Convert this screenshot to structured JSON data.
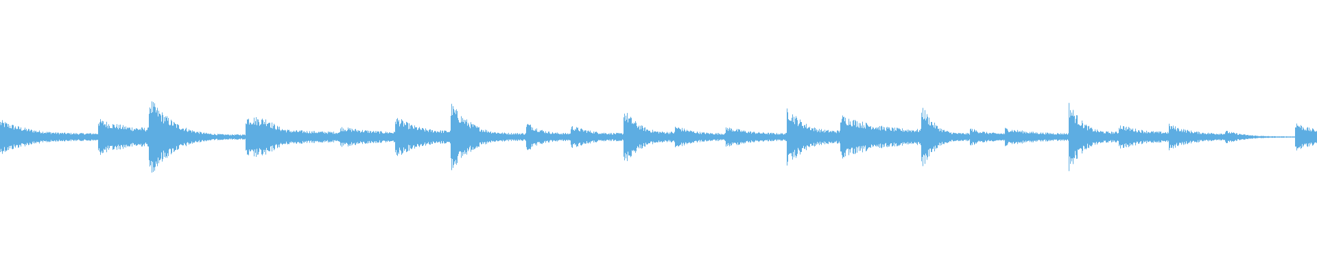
{
  "waveform": {
    "color": "#5dade2",
    "background": "#ffffff",
    "segments": [
      {
        "start": 0.0,
        "end": 0.074,
        "peak": 0.13,
        "decay": 0.75,
        "floor": 0.03
      },
      {
        "start": 0.074,
        "end": 0.113,
        "peak": 0.14,
        "decay": 0.35,
        "floor": 0.07
      },
      {
        "start": 0.113,
        "end": 0.186,
        "peak": 0.3,
        "decay": 0.85,
        "floor": 0.02
      },
      {
        "start": 0.186,
        "end": 0.205,
        "peak": 0.16,
        "decay": 0.05,
        "floor": 0.14
      },
      {
        "start": 0.205,
        "end": 0.227,
        "peak": 0.12,
        "decay": 0.5,
        "floor": 0.05
      },
      {
        "start": 0.227,
        "end": 0.258,
        "peak": 0.05,
        "decay": 0.2,
        "floor": 0.04
      },
      {
        "start": 0.258,
        "end": 0.3,
        "peak": 0.08,
        "decay": 0.3,
        "floor": 0.04
      },
      {
        "start": 0.3,
        "end": 0.342,
        "peak": 0.16,
        "decay": 0.55,
        "floor": 0.05
      },
      {
        "start": 0.342,
        "end": 0.399,
        "peak": 0.26,
        "decay": 0.8,
        "floor": 0.03
      },
      {
        "start": 0.399,
        "end": 0.433,
        "peak": 0.12,
        "decay": 0.6,
        "floor": 0.03
      },
      {
        "start": 0.433,
        "end": 0.473,
        "peak": 0.09,
        "decay": 0.5,
        "floor": 0.03
      },
      {
        "start": 0.473,
        "end": 0.512,
        "peak": 0.22,
        "decay": 0.7,
        "floor": 0.04
      },
      {
        "start": 0.512,
        "end": 0.551,
        "peak": 0.09,
        "decay": 0.6,
        "floor": 0.03
      },
      {
        "start": 0.551,
        "end": 0.597,
        "peak": 0.08,
        "decay": 0.5,
        "floor": 0.03
      },
      {
        "start": 0.597,
        "end": 0.638,
        "peak": 0.24,
        "decay": 0.65,
        "floor": 0.05
      },
      {
        "start": 0.638,
        "end": 0.699,
        "peak": 0.17,
        "decay": 0.4,
        "floor": 0.06
      },
      {
        "start": 0.699,
        "end": 0.736,
        "peak": 0.26,
        "decay": 0.8,
        "floor": 0.03
      },
      {
        "start": 0.736,
        "end": 0.763,
        "peak": 0.07,
        "decay": 0.5,
        "floor": 0.03
      },
      {
        "start": 0.763,
        "end": 0.811,
        "peak": 0.07,
        "decay": 0.5,
        "floor": 0.03
      },
      {
        "start": 0.811,
        "end": 0.849,
        "peak": 0.27,
        "decay": 0.75,
        "floor": 0.04
      },
      {
        "start": 0.849,
        "end": 0.887,
        "peak": 0.1,
        "decay": 0.45,
        "floor": 0.04
      },
      {
        "start": 0.887,
        "end": 0.93,
        "peak": 0.1,
        "decay": 0.55,
        "floor": 0.03
      },
      {
        "start": 0.93,
        "end": 0.983,
        "peak": 0.05,
        "decay": 0.8,
        "floor": 0.005
      },
      {
        "start": 0.983,
        "end": 1.0,
        "peak": 0.12,
        "decay": 0.3,
        "floor": 0.06
      }
    ]
  }
}
